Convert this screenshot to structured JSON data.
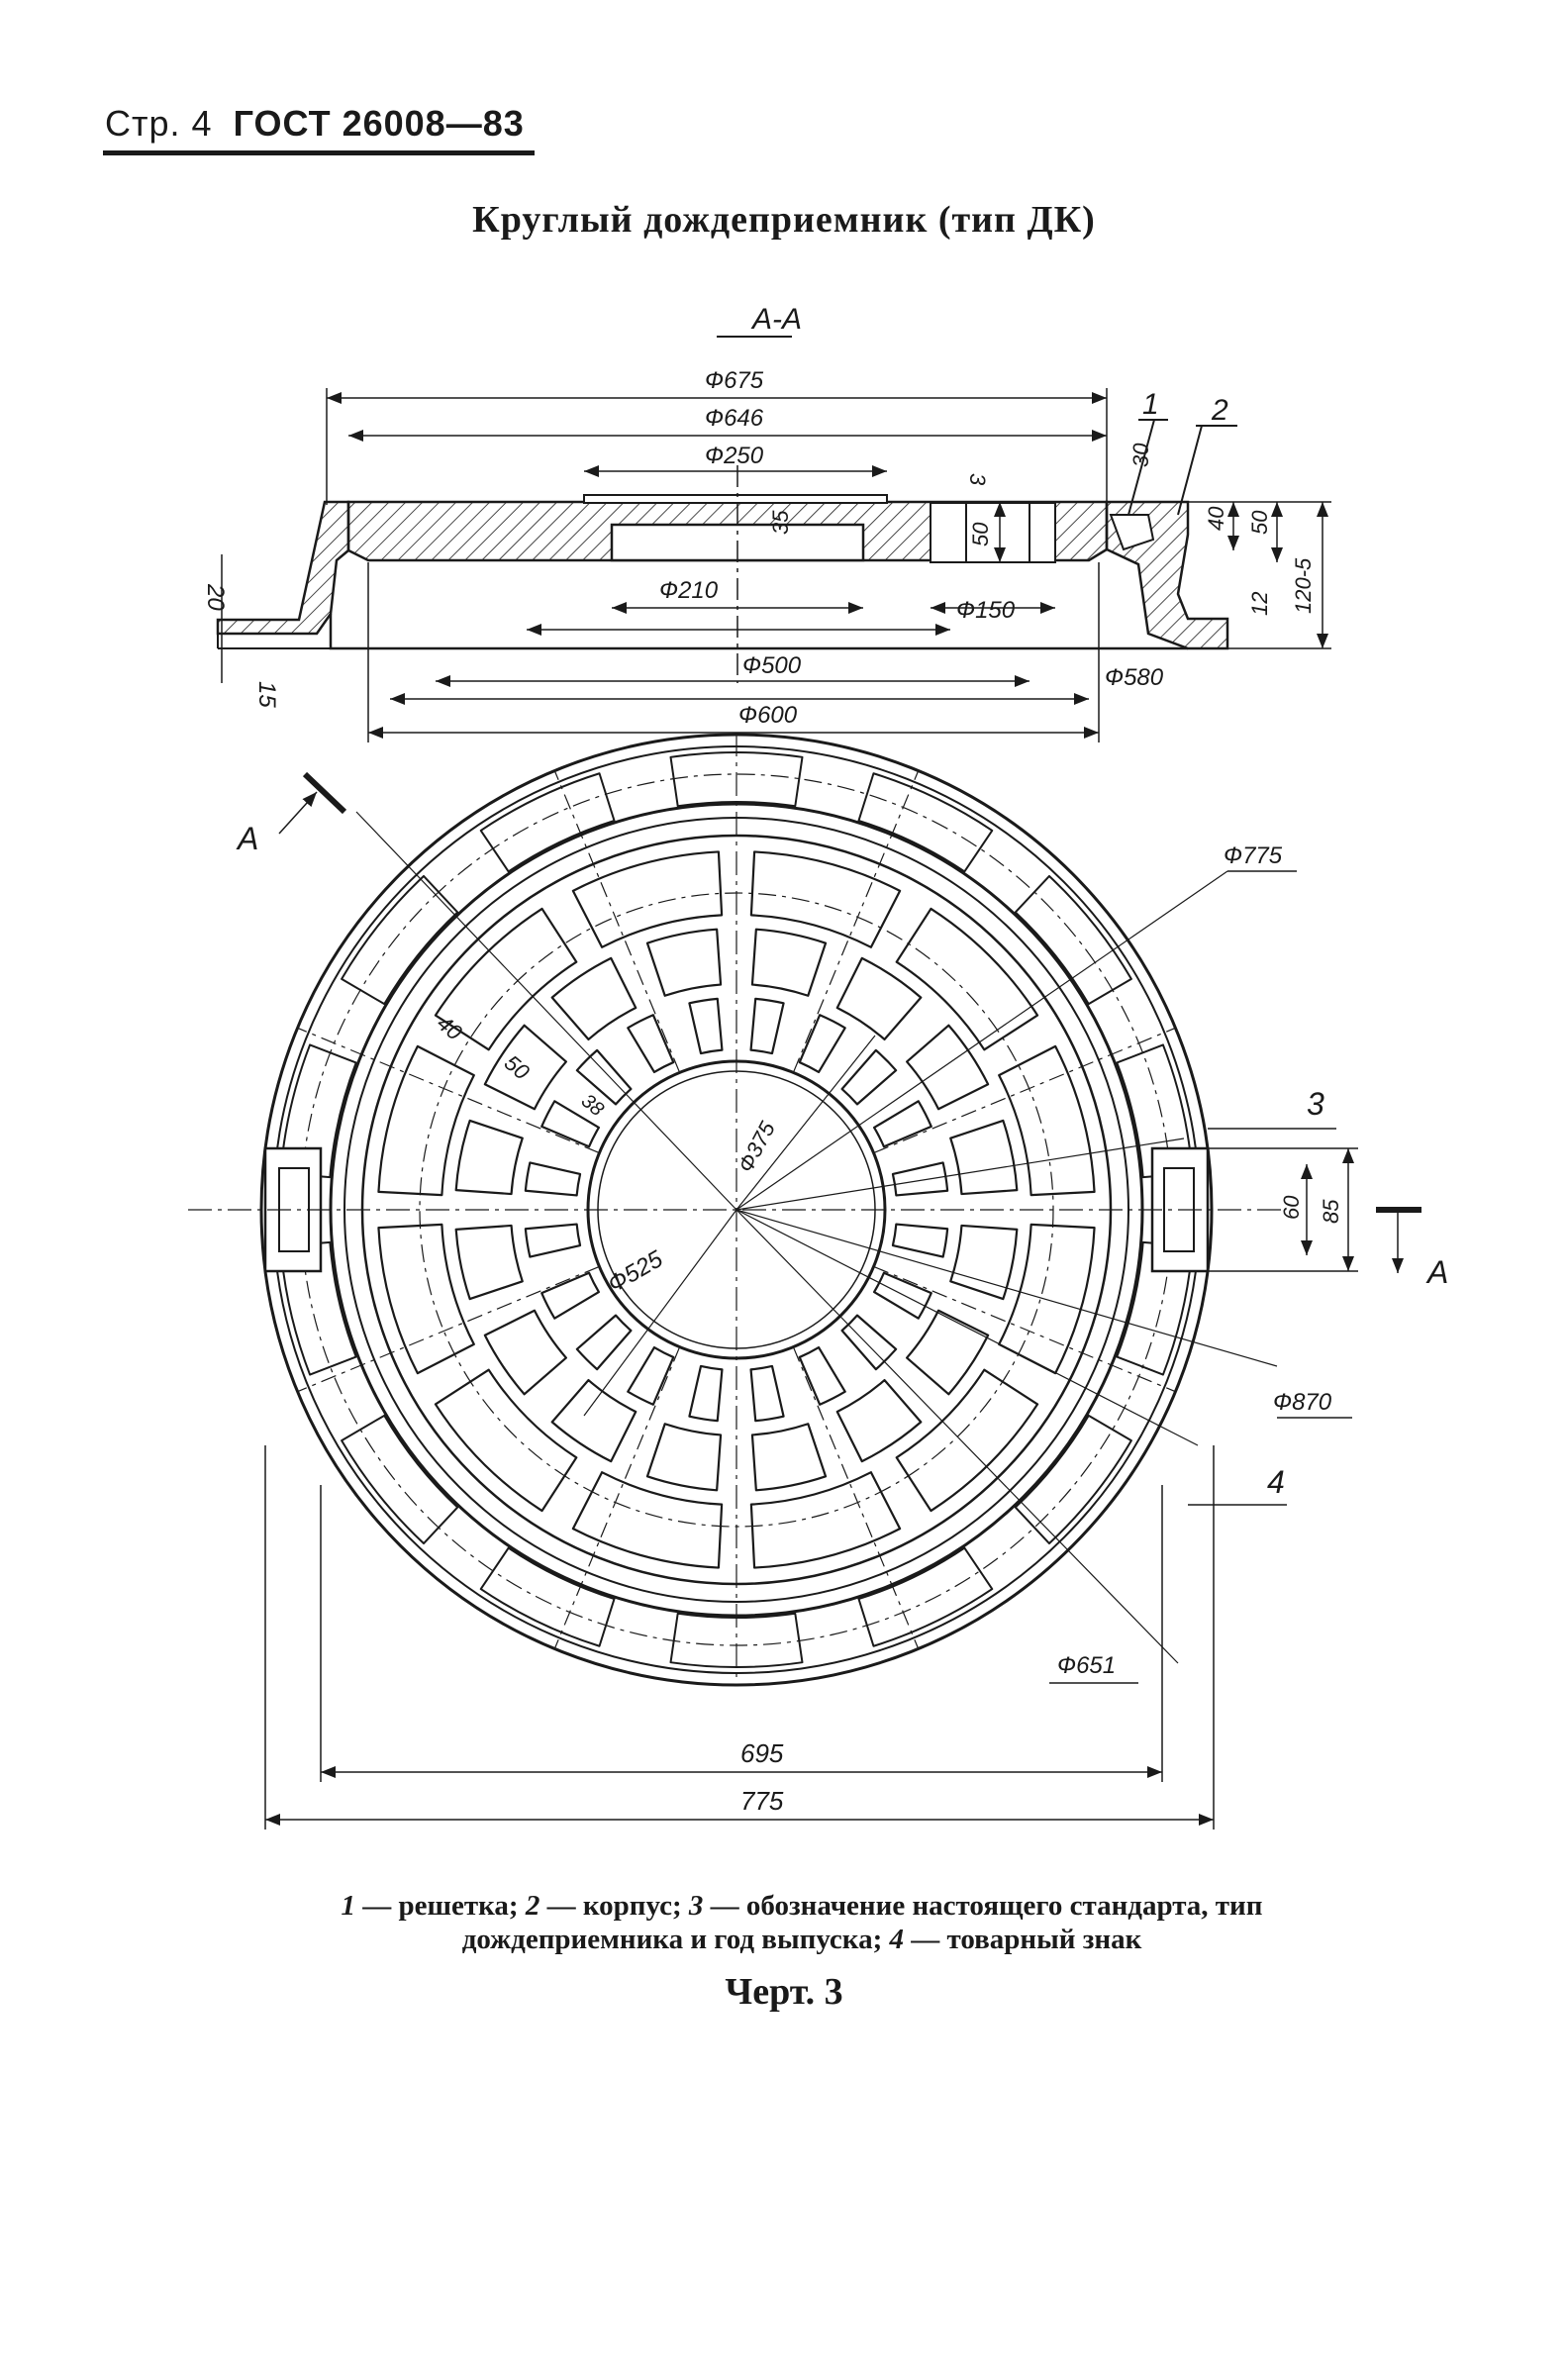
{
  "header": {
    "page": "Стр. 4",
    "standard": "ГОСТ 26008—83"
  },
  "title": "Круглый дождеприемник (тип ДК)",
  "section": {
    "label": "А-А",
    "dims": {
      "d675": "Ф675",
      "d646": "Ф646",
      "d250": "Ф250",
      "d210": "Ф210",
      "d150": "Ф150",
      "d500": "Ф500",
      "d580": "Ф580",
      "d600": "Ф600",
      "h20": "20",
      "h15": "15",
      "h3": "3",
      "h35": "35",
      "h50": "50",
      "h30": "30",
      "h40": "40",
      "h50b": "50",
      "h12": "12",
      "h120": "120-5"
    },
    "callouts": {
      "c1": "1",
      "c2": "2"
    }
  },
  "plan": {
    "cut_label_left": "А",
    "cut_label_right": "А",
    "dims": {
      "d775": "Ф775",
      "d870": "Ф870",
      "d651": "Ф651",
      "d525": "Ф525",
      "d375": "Ф375",
      "w40": "40",
      "w50": "50",
      "w38": "38",
      "w60": "60",
      "w85": "85",
      "b695": "695",
      "b775": "775"
    },
    "callouts": {
      "c3": "3",
      "c4": "4"
    }
  },
  "caption": {
    "n1": "1",
    "t1": " — решетка; ",
    "n2": "2",
    "t2": " — корпус; ",
    "n3": "3",
    "t3": " — обозначение настоящего стандарта, тип дождеприемника и год выпуска; ",
    "n4": "4",
    "t4": " — товарный знак"
  },
  "figure_label": "Черт. 3"
}
